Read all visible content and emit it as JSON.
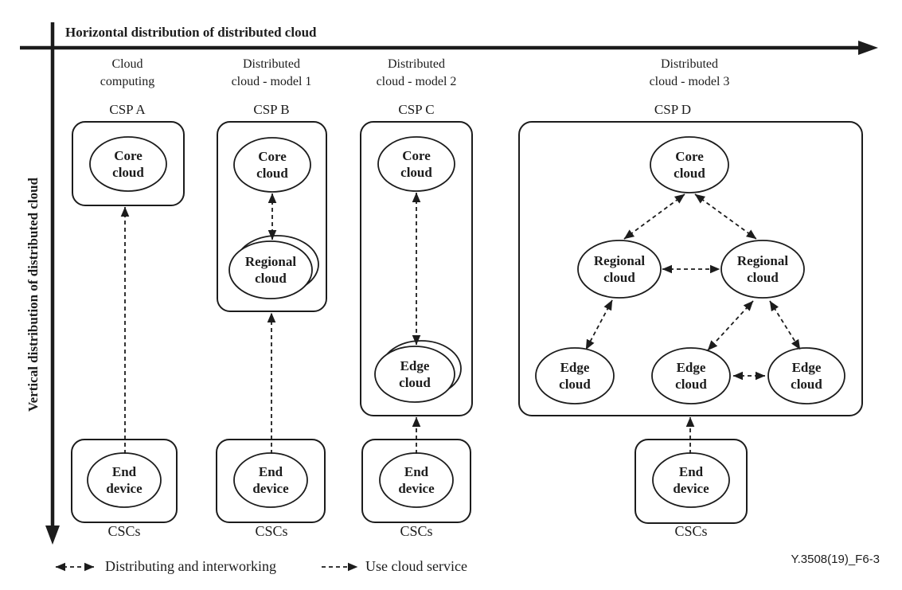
{
  "figure_id": "Y.3508(19)_F6-3",
  "axes": {
    "horizontal": "Horizontal distribution of distributed cloud",
    "vertical": "Vertical distribution of distributed cloud"
  },
  "columns": [
    {
      "header": "Cloud\ncomputing",
      "csp": "CSP A",
      "cscs": "CSCs"
    },
    {
      "header": "Distributed\ncloud - model 1",
      "csp": "CSP B",
      "cscs": "CSCs"
    },
    {
      "header": "Distributed\ncloud - model 2",
      "csp": "CSP C",
      "cscs": "CSCs"
    },
    {
      "header": "Distributed\ncloud - model 3",
      "csp": "CSP D",
      "cscs": "CSCs"
    }
  ],
  "nodes": {
    "core_cloud": "Core\ncloud",
    "regional_cloud": "Regional\ncloud",
    "edge_cloud": "Edge\ncloud",
    "end_device": "End\ndevice"
  },
  "legend": [
    {
      "symbol": "double-headed-dashed-arrow",
      "label": "Distributing and interworking"
    },
    {
      "symbol": "dashed-arrow",
      "label": "Use cloud service"
    }
  ],
  "colors": {
    "ink": "#1c1c1c",
    "background": "#ffffff"
  }
}
